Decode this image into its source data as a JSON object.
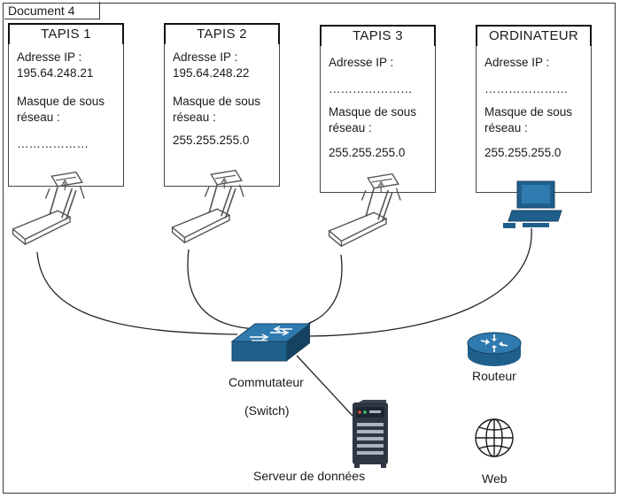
{
  "document": {
    "title": "Document 4"
  },
  "cards": [
    {
      "title": "TAPIS 1",
      "ip_label": "Adresse IP :",
      "ip_value": "195.64.248.21",
      "mask_label_1": "Masque de sous",
      "mask_label_2": "réseau :",
      "mask_value": "………………"
    },
    {
      "title": "TAPIS 2",
      "ip_label": "Adresse IP :",
      "ip_value": "195.64.248.22",
      "mask_label_1": "Masque de sous",
      "mask_label_2": "réseau :",
      "mask_value": "255.255.255.0"
    },
    {
      "title": "TAPIS 3",
      "ip_label": "Adresse IP :",
      "ip_value": "…………………",
      "mask_label_1": "Masque de sous",
      "mask_label_2": "réseau :",
      "mask_value": "255.255.255.0"
    },
    {
      "title": "ORDINATEUR",
      "ip_label": "Adresse IP :",
      "ip_value": "…………………",
      "mask_label_1": "Masque de sous",
      "mask_label_2": "réseau :",
      "mask_value": "255.255.255.0"
    }
  ],
  "labels": {
    "switch_1": "Commutateur",
    "switch_2": "(Switch)",
    "server": "Serveur de données",
    "router": "Routeur",
    "web": "Web"
  },
  "icons": {
    "treadmill": "treadmill-icon",
    "computer": "computer-icon",
    "switch": "network-switch-icon",
    "server": "server-icon",
    "router": "router-icon",
    "web": "globe-icon"
  },
  "colors": {
    "network_blue": "#1f5f8b",
    "server_dark": "#2f3542"
  }
}
